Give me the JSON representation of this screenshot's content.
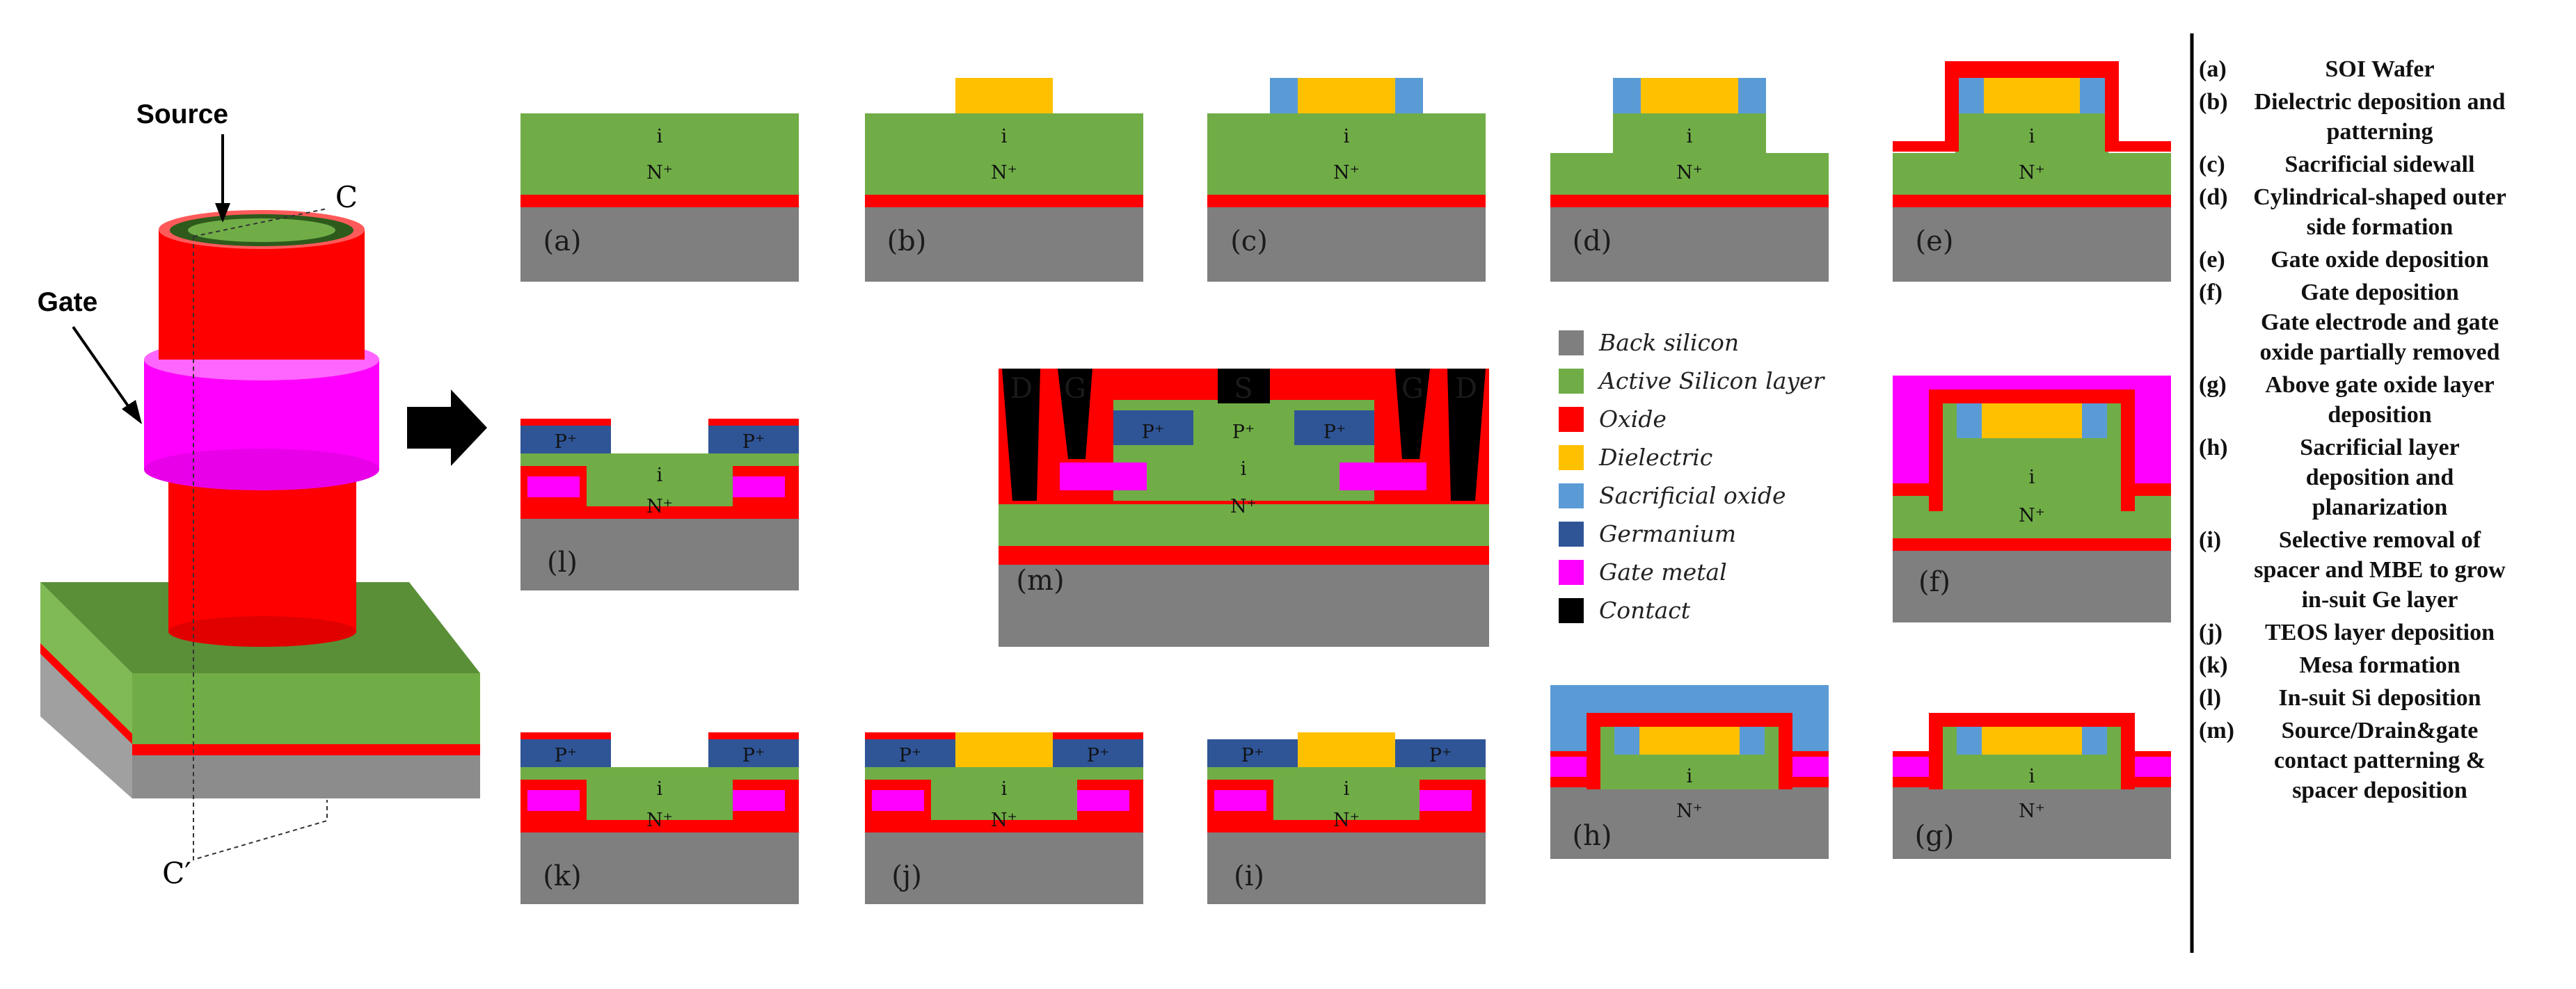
{
  "colors": {
    "back_silicon": "#7f7f7f",
    "active_silicon": "#70ad47",
    "oxide": "#ff0000",
    "dielectric": "#ffc000",
    "sacrificial_oxide": "#5b9bd5",
    "germanium": "#2f5597",
    "gate_metal": "#ff00ff",
    "contact": "#000000"
  },
  "device3d": {
    "source_label": "Source",
    "gate_label": "Gate",
    "cut_c": "C",
    "cut_c_prime": "C′"
  },
  "panel_labels": {
    "a": "(a)",
    "b": "(b)",
    "c": "(c)",
    "d": "(d)",
    "e": "(e)",
    "f": "(f)",
    "g": "(g)",
    "h": "(h)",
    "i": "(i)",
    "j": "(j)",
    "k": "(k)",
    "l": "(l)",
    "m": "(m)"
  },
  "region_text": {
    "intrinsic": "i",
    "n_plus": "N⁺",
    "p_plus": "P⁺",
    "drain": "D",
    "gate": "G",
    "source": "S"
  },
  "legend": [
    "Back silicon",
    "Active Silicon layer",
    "Oxide",
    "Dielectric",
    "Sacrificial oxide",
    "Germanium",
    "Gate metal",
    "Contact"
  ],
  "steps": [
    {
      "key": "(a)",
      "lines": [
        "SOI Wafer"
      ]
    },
    {
      "key": "(b)",
      "lines": [
        "Dielectric deposition and",
        "patterning"
      ]
    },
    {
      "key": "(c)",
      "lines": [
        "Sacrificial sidewall"
      ]
    },
    {
      "key": "(d)",
      "lines": [
        "Cylindrical-shaped outer",
        "side formation"
      ]
    },
    {
      "key": "(e)",
      "lines": [
        "Gate oxide deposition"
      ]
    },
    {
      "key": "(f)",
      "lines": [
        "Gate deposition",
        "Gate electrode and gate",
        "oxide partially removed"
      ]
    },
    {
      "key": "(g)",
      "lines": [
        "Above gate oxide layer",
        "deposition"
      ]
    },
    {
      "key": "(h)",
      "lines": [
        "Sacrificial layer",
        "deposition and",
        "planarization"
      ]
    },
    {
      "key": "(i)",
      "lines": [
        "Selective removal of",
        "spacer and MBE to grow",
        "in-suit Ge layer"
      ]
    },
    {
      "key": "(j)",
      "lines": [
        "TEOS layer deposition"
      ]
    },
    {
      "key": "(k)",
      "lines": [
        "Mesa formation"
      ]
    },
    {
      "key": "(l)",
      "lines": [
        "In-suit Si deposition"
      ]
    },
    {
      "key": "(m)",
      "lines": [
        "Source/Drain&gate",
        "contact patterning &",
        "spacer deposition"
      ]
    }
  ]
}
